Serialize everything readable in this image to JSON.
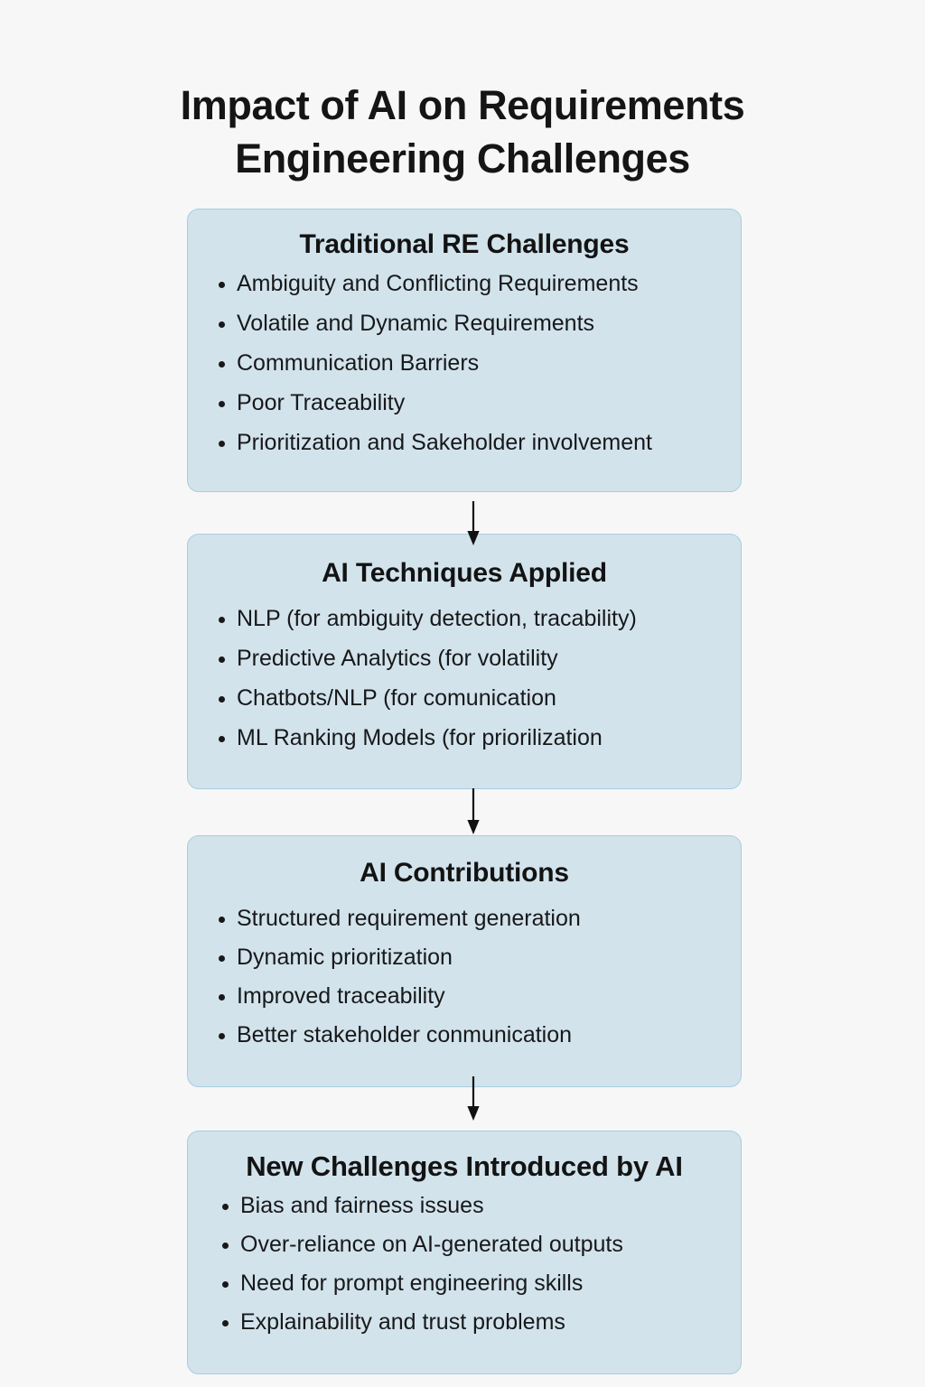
{
  "page": {
    "background_color": "#f7f7f7",
    "title": "Impact of AI on Requirements\nEngineering Challenges"
  },
  "theme": {
    "node_fill": "#d2e3ec",
    "node_border": "#a9cde0",
    "text_color": "#18181a",
    "title_color": "#151515",
    "arrow_color": "#111111"
  },
  "chart_data": {
    "type": "flowchart",
    "title": "Impact of AI on Requirements Engineering Challenges",
    "orientation": "vertical",
    "node_count": 4,
    "edges": [
      {
        "from": "Traditional RE Challenges",
        "to": "AI Techniques Applied",
        "style": "solid-arrow"
      },
      {
        "from": "AI Techniques Applied",
        "to": "AI Contributions",
        "style": "solid-arrow"
      },
      {
        "from": "AI Contributions",
        "to": "New Challenges Introduced by AI",
        "style": "solid-arrow"
      }
    ],
    "nodes": [
      {
        "id": "traditional-re-challenges",
        "title": "Traditional RE Challenges",
        "items": [
          "Ambiguity and Conflicting Requirements",
          "Volatile and Dynamic Requirements",
          "Communication Barriers",
          "Poor Traceability",
          "Prioritization and Sakeholder involvement"
        ]
      },
      {
        "id": "ai-techniques-applied",
        "title": "AI Techniques Applied",
        "items": [
          "NLP (for ambiguity detection, tracability)",
          "Predictive Analytics (for volatility",
          "Chatbots/NLP (for comunication",
          "ML Ranking Models (for priorilization"
        ]
      },
      {
        "id": "ai-contributions",
        "title": "AI Contributions",
        "items": [
          "Structured requirement generation",
          "Dynamic prioritization",
          "Improved traceability",
          "Better stakeholder conmunication"
        ]
      },
      {
        "id": "new-challenges-introduced-by-ai",
        "title": "New Challenges Introduced by AI",
        "items": [
          "Bias and fairness issues",
          "Over-reliance on AI-generated outputs",
          "Need for prompt engineering skills",
          "Explainability and trust problems"
        ]
      }
    ]
  }
}
